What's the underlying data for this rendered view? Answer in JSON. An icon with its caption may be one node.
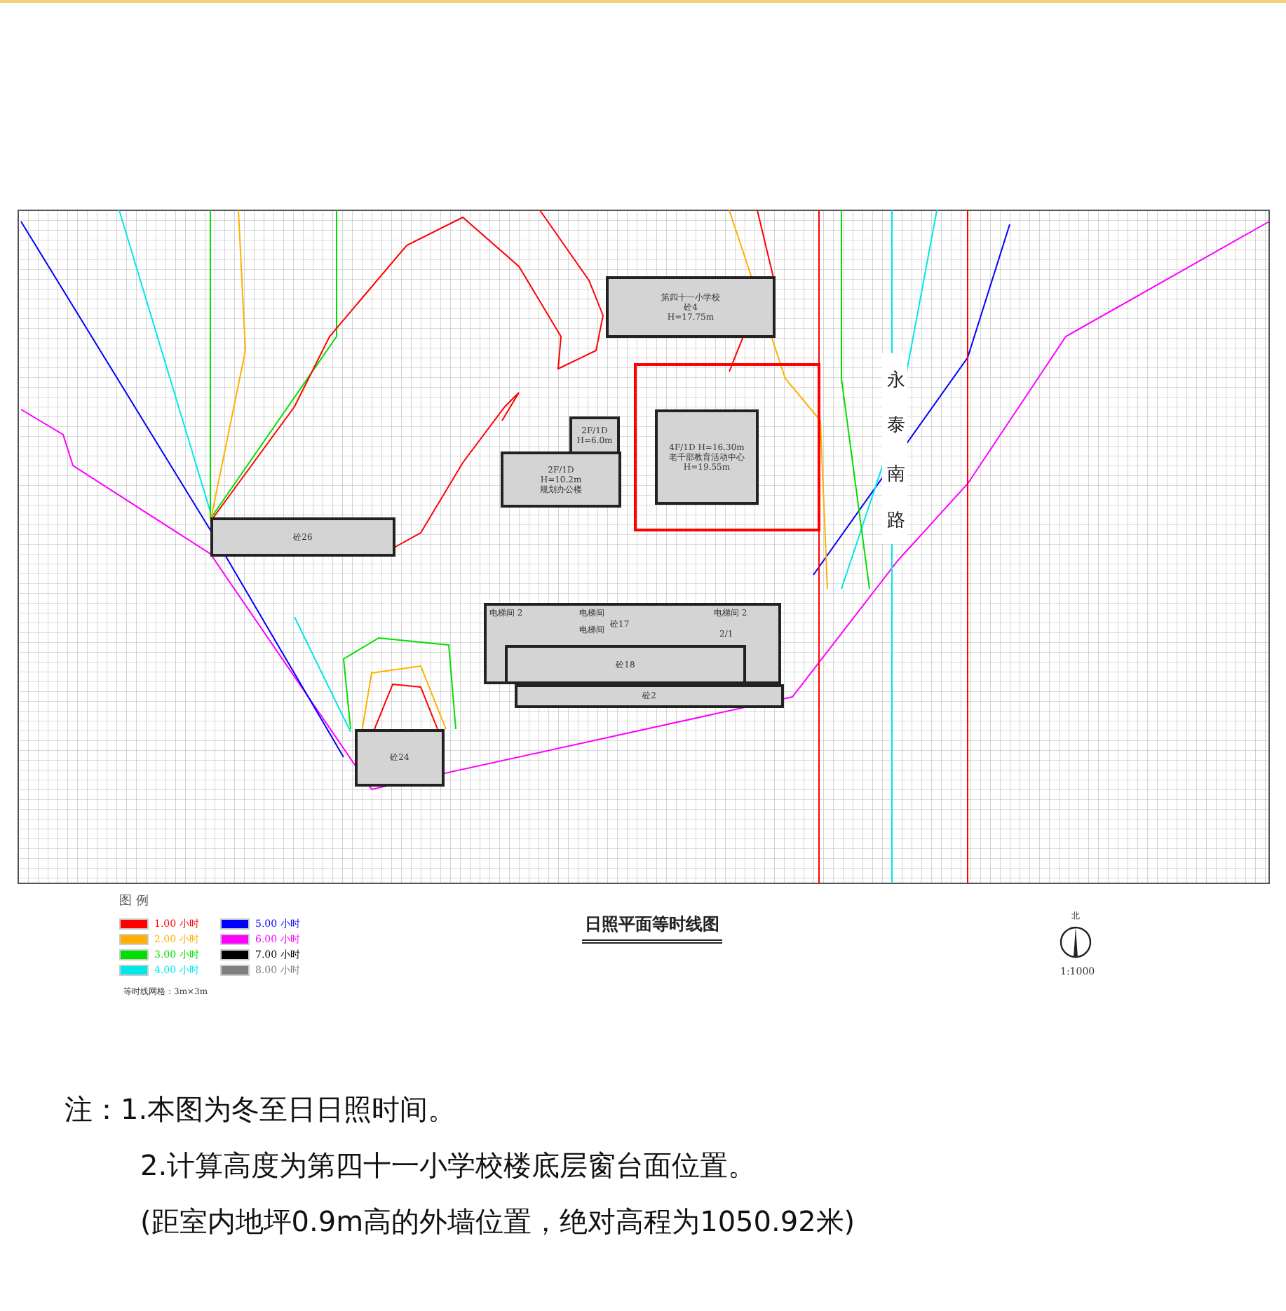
{
  "diagram": {
    "title": "日照平面等时线图",
    "nodes": [
      {
        "text": [
          "第四十一小学校",
          "砼4",
          "H=17.75m"
        ]
      },
      {
        "text": [
          "2F/1D",
          "H=6.0m"
        ]
      },
      {
        "text": [
          "2F/1D",
          "H=10.2m",
          "规划办公楼"
        ]
      },
      {
        "text": [
          "4F/1D H=16.30m",
          "老干部教育活动中心",
          "H=19.55m"
        ]
      },
      {
        "text": [
          "砼26"
        ]
      },
      {
        "text": [
          "电梯间 2",
          "电梯间",
          "电梯间",
          "电梯间 2",
          "2/1",
          "砼17"
        ]
      },
      {
        "text": [
          "砼18"
        ],
        "in": 5
      },
      {
        "text": [
          "砼2"
        ]
      },
      {
        "text": [
          "砼24"
        ]
      }
    ],
    "labels": [
      "永泰南路",
      "图 例",
      "等时线网格：3m×3m",
      "北",
      "1:1000",
      "注：1.本图为冬至日日照时间。",
      "2.计算高度为第四十一小学校楼底层窗台面位置。",
      "(距室内地坪0.9m高的外墙位置，绝对高程为1050.92米)"
    ],
    "legend": [
      {
        "text": "1.00 小时",
        "color": "#ff0000"
      },
      {
        "text": "2.00 小时",
        "color": "#ffb000"
      },
      {
        "text": "3.00 小时",
        "color": "#00e000"
      },
      {
        "text": "4.00 小时",
        "color": "#00e8e8"
      },
      {
        "text": "5.00 小时",
        "color": "#0000ff"
      },
      {
        "text": "6.00 小时",
        "color": "#ff00ff"
      },
      {
        "text": "7.00 小时",
        "color": "#000000"
      },
      {
        "text": "8.00 小时",
        "color": "#808080"
      }
    ]
  }
}
